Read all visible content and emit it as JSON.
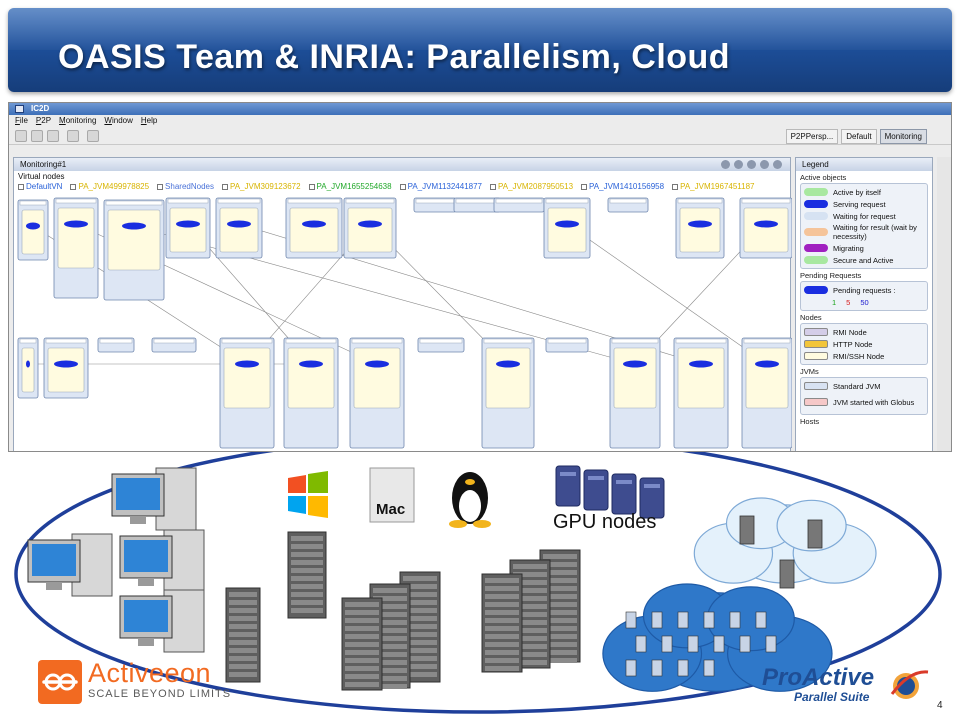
{
  "slide": {
    "title": "OASIS Team & INRIA: Parallelism, Cloud",
    "page_number": "4",
    "gpu_label": "GPU nodes"
  },
  "ic2d": {
    "window_title": "IC2D",
    "menu": [
      "File",
      "P2P",
      "Monitoring",
      "Window",
      "Help"
    ],
    "perspectives": [
      "P2PPersp...",
      "Default",
      "Monitoring"
    ],
    "active_perspective": "Monitoring",
    "monitor_tab": "Monitoring#1",
    "virtual_nodes_label": "Virtual nodes",
    "virtual_nodes": [
      {
        "name": "DefaultVN",
        "color": "#2a62d8"
      },
      {
        "name": "PA_JVM499978825",
        "color": "#d8b400"
      },
      {
        "name": "SharedNodes",
        "color": "#4a72d8"
      },
      {
        "name": "PA_JVM309123672",
        "color": "#d8b400"
      },
      {
        "name": "PA_JVM1655254638",
        "color": "#22a82a"
      },
      {
        "name": "PA_JVM1132441877",
        "color": "#2a62d8"
      },
      {
        "name": "PA_JVM2087950513",
        "color": "#d8b400"
      },
      {
        "name": "PA_JVM1410156958",
        "color": "#2a62d8"
      },
      {
        "name": "PA_JVM1967451187",
        "color": "#d8b400"
      }
    ],
    "legend": {
      "tab": "Legend",
      "active_objects_title": "Active objects",
      "active_objects": [
        {
          "label": "Active by itself",
          "color": "#a8e8a0"
        },
        {
          "label": "Serving request",
          "color": "#1a2ee0"
        },
        {
          "label": "Waiting for request",
          "color": "#d6e2f2"
        },
        {
          "label": "Waiting for result (wait by necessity)",
          "color": "#f5c49a"
        },
        {
          "label": "Migrating",
          "color": "#a020c0"
        },
        {
          "label": "Secure and Active",
          "color": "#a8e8a0"
        }
      ],
      "pending_title": "Pending Requests",
      "pending_label": "Pending requests :",
      "pending_values": [
        "1",
        "5",
        "50"
      ],
      "nodes_title": "Nodes",
      "nodes": [
        {
          "label": "RMI Node",
          "color": "#d4cde8"
        },
        {
          "label": "HTTP Node",
          "color": "#f2c53a"
        },
        {
          "label": "RMI/SSH Node",
          "color": "#fffbe0"
        }
      ],
      "jvms_title": "JVMs",
      "jvms": [
        {
          "label": "Standard JVM",
          "color": "#d8e2f2"
        },
        {
          "label": "JVM started with Globus",
          "color": "#f6c8c8"
        }
      ],
      "hosts_title": "Hosts"
    }
  },
  "logos": {
    "activeeon_name": "Activeeon",
    "activeeon_tagline": "SCALE BEYOND LIMITS",
    "proactive_name": "ProActive",
    "proactive_sub": "Parallel Suite",
    "mac": "Mac"
  },
  "colors": {
    "banner": "#1d4f9a",
    "ellipse": "#1f3f9a",
    "activeeon": "#f26a21",
    "proactive": "#1f4e95"
  }
}
